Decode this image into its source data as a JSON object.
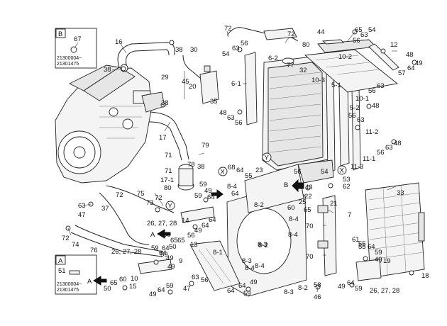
{
  "insets": {
    "b": {
      "letter": "B",
      "part": "67",
      "serial_1": "21300004~",
      "serial_2": "21301475"
    },
    "a": {
      "letter": "A",
      "part": "51",
      "serial_1": "21300004~",
      "serial_2": "21301475"
    }
  },
  "markers": {
    "a": "A",
    "b": "B",
    "x": "X",
    "y": "Y"
  },
  "labels": [
    {
      "id": "l1",
      "t": "16"
    },
    {
      "id": "l2",
      "t": "38"
    },
    {
      "id": "l3",
      "t": "38"
    },
    {
      "id": "l4",
      "t": "30"
    },
    {
      "id": "l5",
      "t": "29"
    },
    {
      "id": "l6",
      "t": "45"
    },
    {
      "id": "l7",
      "t": "20"
    },
    {
      "id": "l8",
      "t": "35"
    },
    {
      "id": "l9",
      "t": "38"
    },
    {
      "id": "l10",
      "t": "17"
    },
    {
      "id": "l11",
      "t": "72"
    },
    {
      "id": "l12",
      "t": "54"
    },
    {
      "id": "l13",
      "t": "63"
    },
    {
      "id": "l14",
      "t": "56"
    },
    {
      "id": "l15",
      "t": "72"
    },
    {
      "id": "l16",
      "t": "80"
    },
    {
      "id": "l17",
      "t": "6-2"
    },
    {
      "id": "l18",
      "t": "77"
    },
    {
      "id": "l19",
      "t": "32"
    },
    {
      "id": "l20",
      "t": "6-1"
    },
    {
      "id": "l21",
      "t": "48"
    },
    {
      "id": "l22",
      "t": "63"
    },
    {
      "id": "l23",
      "t": "56"
    },
    {
      "id": "l24",
      "t": "44"
    },
    {
      "id": "l25",
      "t": "65"
    },
    {
      "id": "l26",
      "t": "56"
    },
    {
      "id": "l27",
      "t": "63"
    },
    {
      "id": "l28",
      "t": "54"
    },
    {
      "id": "l29",
      "t": "12"
    },
    {
      "id": "l30",
      "t": "10-2"
    },
    {
      "id": "l31",
      "t": "10-3"
    },
    {
      "id": "l32",
      "t": "48"
    },
    {
      "id": "l33",
      "t": "57"
    },
    {
      "id": "l34",
      "t": "64"
    },
    {
      "id": "l35",
      "t": "49"
    },
    {
      "id": "l36",
      "t": "5-1"
    },
    {
      "id": "l37",
      "t": "56"
    },
    {
      "id": "l38",
      "t": "63"
    },
    {
      "id": "l39",
      "t": "10-1"
    },
    {
      "id": "l40",
      "t": "5-2"
    },
    {
      "id": "l41",
      "t": "48"
    },
    {
      "id": "l42",
      "t": "56"
    },
    {
      "id": "l43",
      "t": "63"
    },
    {
      "id": "l44",
      "t": "11-2"
    },
    {
      "id": "l45",
      "t": "48"
    },
    {
      "id": "l46",
      "t": "63"
    },
    {
      "id": "l47",
      "t": "56"
    },
    {
      "id": "l48",
      "t": "11-1"
    },
    {
      "id": "l49",
      "t": "11-3"
    },
    {
      "id": "l50",
      "t": "79"
    },
    {
      "id": "l51",
      "t": "71"
    },
    {
      "id": "l52",
      "t": "78"
    },
    {
      "id": "l53",
      "t": "71"
    },
    {
      "id": "l54",
      "t": "17-1"
    },
    {
      "id": "l55",
      "t": "80"
    },
    {
      "id": "l56",
      "t": "38"
    },
    {
      "id": "l57",
      "t": "68"
    },
    {
      "id": "l58",
      "t": "64"
    },
    {
      "id": "l59",
      "t": "23"
    },
    {
      "id": "l60",
      "t": "55"
    },
    {
      "id": "l61",
      "t": "8-4"
    },
    {
      "id": "l62",
      "t": "64"
    },
    {
      "id": "l63",
      "t": "49"
    },
    {
      "id": "l64",
      "t": "59"
    },
    {
      "id": "l65",
      "t": "64"
    },
    {
      "id": "l66",
      "t": "59"
    },
    {
      "id": "l67",
      "t": "75"
    },
    {
      "id": "l68",
      "t": "72"
    },
    {
      "id": "l69",
      "t": "72"
    },
    {
      "id": "l70",
      "t": "73"
    },
    {
      "id": "l71",
      "t": "63"
    },
    {
      "id": "l72",
      "t": "37"
    },
    {
      "id": "l73",
      "t": "47"
    },
    {
      "id": "l74",
      "t": "72"
    },
    {
      "id": "l75",
      "t": "74"
    },
    {
      "id": "l76",
      "t": "76"
    },
    {
      "id": "l77",
      "t": "26, 27, 28"
    },
    {
      "id": "l78",
      "t": "26, 27, 28"
    },
    {
      "id": "l79",
      "t": "14"
    },
    {
      "id": "l80",
      "t": "50"
    },
    {
      "id": "l81",
      "t": "65"
    },
    {
      "id": "l82",
      "t": "56"
    },
    {
      "id": "l83",
      "t": "49"
    },
    {
      "id": "l84",
      "t": "64"
    },
    {
      "id": "l85",
      "t": "64"
    },
    {
      "id": "l86",
      "t": "13"
    },
    {
      "id": "l87",
      "t": "59"
    },
    {
      "id": "l88",
      "t": "64"
    },
    {
      "id": "l89",
      "t": "49"
    },
    {
      "id": "l90",
      "t": "9"
    },
    {
      "id": "l91",
      "t": "8-1"
    },
    {
      "id": "l92",
      "t": "8-2"
    },
    {
      "id": "l93",
      "t": "8-3"
    },
    {
      "id": "l94",
      "t": "8-4"
    },
    {
      "id": "l95",
      "t": "8-2"
    },
    {
      "id": "l96",
      "t": "8-4"
    },
    {
      "id": "l97",
      "t": "8-4"
    },
    {
      "id": "l98",
      "t": "8-3"
    },
    {
      "id": "l99",
      "t": "8-4"
    },
    {
      "id": "l100",
      "t": "8-2"
    },
    {
      "id": "l101",
      "t": "8-3"
    },
    {
      "id": "l102",
      "t": "56"
    },
    {
      "id": "l103",
      "t": "54"
    },
    {
      "id": "l104",
      "t": "53"
    },
    {
      "id": "l105",
      "t": "62"
    },
    {
      "id": "l106",
      "t": "43"
    },
    {
      "id": "l107",
      "t": "60"
    },
    {
      "id": "l108",
      "t": "25"
    },
    {
      "id": "l109",
      "t": "22"
    },
    {
      "id": "l110",
      "t": "65"
    },
    {
      "id": "l111",
      "t": "21"
    },
    {
      "id": "l112",
      "t": "7"
    },
    {
      "id": "l113",
      "t": "70"
    },
    {
      "id": "l114",
      "t": "70"
    },
    {
      "id": "l115",
      "t": "33"
    },
    {
      "id": "l116",
      "t": "61"
    },
    {
      "id": "l117",
      "t": "55"
    },
    {
      "id": "l118",
      "t": "64"
    },
    {
      "id": "l119",
      "t": "59"
    },
    {
      "id": "l120",
      "t": "49"
    },
    {
      "id": "l121",
      "t": "19"
    },
    {
      "id": "l122",
      "t": "26, 27, 28"
    },
    {
      "id": "l123",
      "t": "18"
    },
    {
      "id": "l124",
      "t": "58"
    },
    {
      "id": "l125",
      "t": "46"
    },
    {
      "id": "l126",
      "t": "49"
    },
    {
      "id": "l127",
      "t": "64"
    },
    {
      "id": "l128",
      "t": "59"
    },
    {
      "id": "l129",
      "t": "64"
    },
    {
      "id": "l130",
      "t": "49"
    },
    {
      "id": "l131",
      "t": "64"
    },
    {
      "id": "l132",
      "t": "59"
    },
    {
      "id": "l133",
      "t": "47"
    },
    {
      "id": "l134",
      "t": "63"
    },
    {
      "id": "l135",
      "t": "56"
    },
    {
      "id": "l136",
      "t": "49"
    },
    {
      "id": "l137",
      "t": "64"
    },
    {
      "id": "l138",
      "t": "59"
    },
    {
      "id": "l139",
      "t": "50"
    },
    {
      "id": "l140",
      "t": "65"
    },
    {
      "id": "l141",
      "t": "60"
    },
    {
      "id": "l142",
      "t": "10"
    },
    {
      "id": "l143",
      "t": "15"
    },
    {
      "id": "l144",
      "t": "64"
    },
    {
      "id": "l145",
      "t": "59"
    },
    {
      "id": "l146",
      "t": "49"
    },
    {
      "id": "l147",
      "t": "65"
    },
    {
      "id": "l148",
      "t": "50"
    },
    {
      "id": "l149",
      "t": "55"
    }
  ]
}
